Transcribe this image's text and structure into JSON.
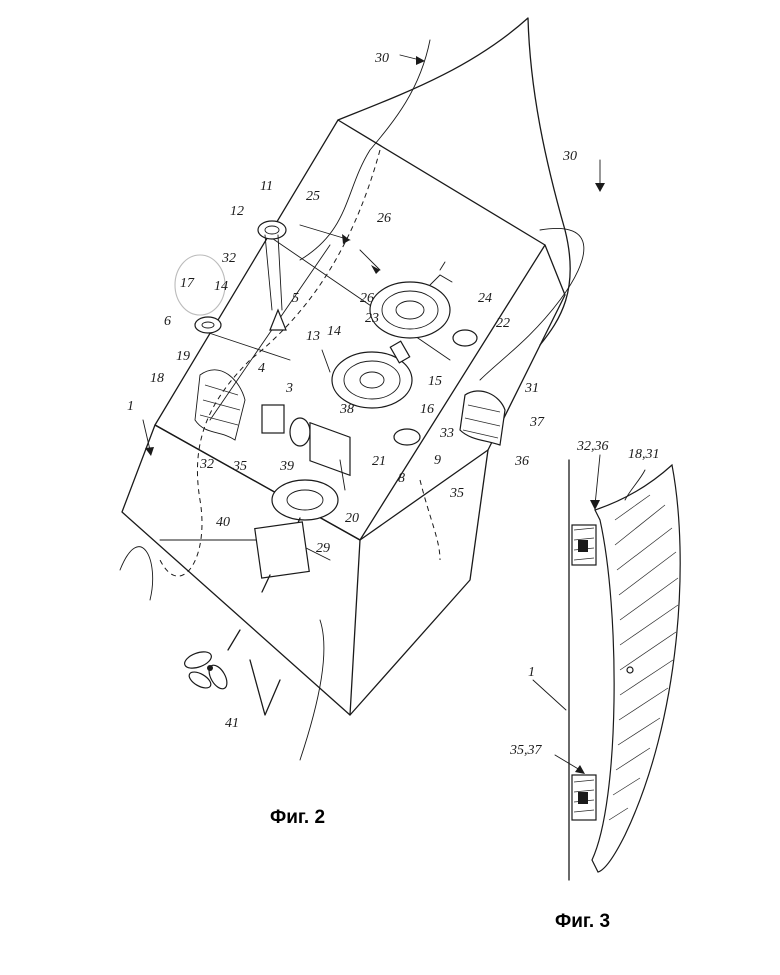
{
  "figures": [
    {
      "id": "fig2",
      "caption": "Фиг. 2"
    },
    {
      "id": "fig3",
      "caption": "Фиг. 3"
    }
  ],
  "reference_numerals_fig2": [
    "30",
    "30",
    "25",
    "26",
    "11",
    "12",
    "32",
    "17",
    "6",
    "14",
    "5",
    "26",
    "24",
    "23",
    "22",
    "13",
    "14",
    "15",
    "19",
    "4",
    "18",
    "3",
    "38",
    "16",
    "31",
    "1",
    "33",
    "37",
    "21",
    "8",
    "9",
    "32",
    "35",
    "39",
    "36",
    "20",
    "35",
    "40",
    "29",
    "41"
  ],
  "reference_numerals_fig3": [
    "32,36",
    "18,31",
    "1",
    "35,37"
  ],
  "colors": {
    "ink": "#1a1a1a",
    "paper": "#ffffff",
    "pencil": "#bbbbbb"
  }
}
